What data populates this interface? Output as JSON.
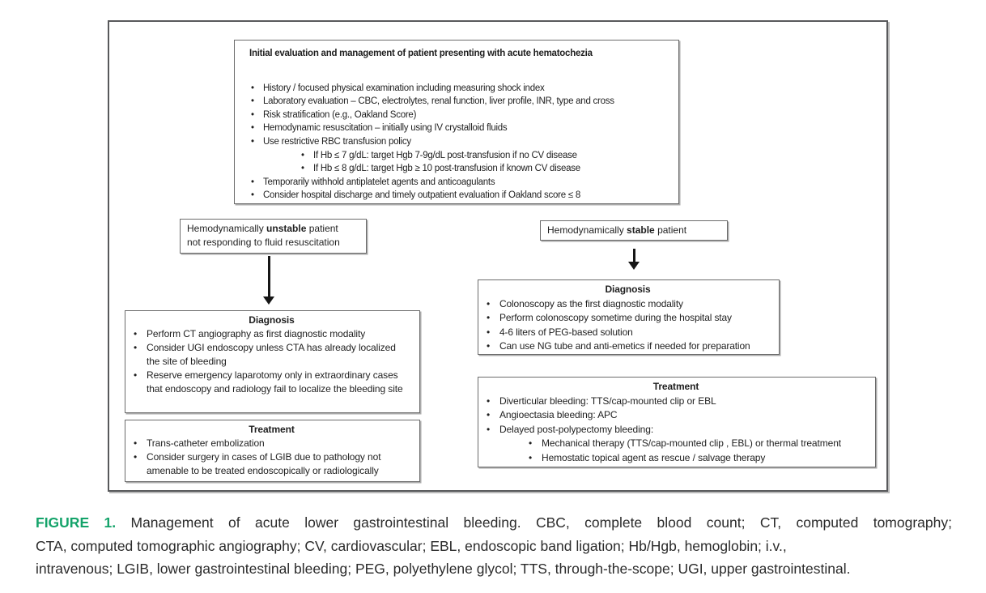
{
  "figure": {
    "initial_box": {
      "title": "Initial evaluation and management of patient presenting with acute hematochezia",
      "bullets": [
        {
          "level": 1,
          "text": "History / focused physical examination including measuring shock index"
        },
        {
          "level": 1,
          "text": "Laboratory evaluation – CBC, electrolytes, renal function, liver profile, INR, type and cross"
        },
        {
          "level": 1,
          "text": "Risk stratification (e.g., Oakland Score)"
        },
        {
          "level": 1,
          "text": "Hemodynamic resuscitation – initially using IV crystalloid fluids"
        },
        {
          "level": 1,
          "text": "Use restrictive RBC transfusion policy"
        },
        {
          "level": 2,
          "text": "If Hb ≤ 7 g/dL: target Hgb 7-9g/dL post-transfusion if no CV disease"
        },
        {
          "level": 2,
          "text": "If Hb ≤ 8 g/dL: target Hgb ≥ 10 post-transfusion if known CV disease"
        },
        {
          "level": 1,
          "text": "Temporarily withhold antiplatelet agents and anticoagulants"
        },
        {
          "level": 1,
          "text": "Consider hospital discharge and timely outpatient evaluation if Oakland score ≤ 8"
        }
      ]
    },
    "branches": {
      "unstable": {
        "pre": "Hemodynamically ",
        "bold": "unstable",
        "post": " patient",
        "line2": "not responding to fluid resuscitation"
      },
      "stable": {
        "pre": "Hemodynamically ",
        "bold": "stable",
        "post": " patient"
      }
    },
    "unstable_diagnosis": {
      "heading": "Diagnosis",
      "bullets": [
        {
          "level": 1,
          "text": "Perform CT angiography as first diagnostic modality"
        },
        {
          "level": 1,
          "text": "Consider UGI endoscopy unless CTA has already localized the site of bleeding"
        },
        {
          "level": 1,
          "text": "Reserve emergency laparotomy only in extraordinary cases that endoscopy and radiology fail to localize the bleeding site"
        }
      ]
    },
    "unstable_treatment": {
      "heading": "Treatment",
      "bullets": [
        {
          "level": 1,
          "text": "Trans-catheter embolization"
        },
        {
          "level": 1,
          "text": "Consider surgery in cases of LGIB due to pathology not amenable to be treated endoscopically or radiologically"
        }
      ]
    },
    "stable_diagnosis": {
      "heading": "Diagnosis",
      "bullets": [
        {
          "level": 1,
          "text": "Colonoscopy as the first diagnostic modality"
        },
        {
          "level": 1,
          "text": "Perform colonoscopy sometime during the hospital stay"
        },
        {
          "level": 1,
          "text": "4-6 liters of PEG-based solution"
        },
        {
          "level": 1,
          "text": "Can use NG tube and anti-emetics if needed for preparation"
        }
      ]
    },
    "stable_treatment": {
      "heading": "Treatment",
      "bullets": [
        {
          "level": 1,
          "text": "Diverticular bleeding: TTS/cap-mounted clip or EBL"
        },
        {
          "level": 1,
          "text": "Angioectasia bleeding: APC"
        },
        {
          "level": 1,
          "text": "Delayed post-polypectomy bleeding:"
        },
        {
          "level": 2,
          "text": "Mechanical therapy (TTS/cap-mounted clip , EBL) or thermal treatment"
        },
        {
          "level": 2,
          "text": "Hemostatic topical agent as rescue / salvage therapy"
        }
      ]
    }
  },
  "caption": {
    "label": "FIGURE 1.",
    "line1": "Management of acute lower gastrointestinal bleeding. CBC, complete blood count; CT, computed tomography;",
    "line2": "CTA, computed tomographic angiography; CV, cardiovascular; EBL, endoscopic band ligation; Hb/Hgb, hemoglobin; i.v.,",
    "line3": "intravenous; LGIB, lower gastrointestinal bleeding; PEG, polyethylene glycol; TTS, through-the-scope; UGI, upper gastrointestinal."
  },
  "colors": {
    "figure_label_green": "#14A36A",
    "text": "#1f1f1f",
    "box_border": "#6b6b6b"
  }
}
